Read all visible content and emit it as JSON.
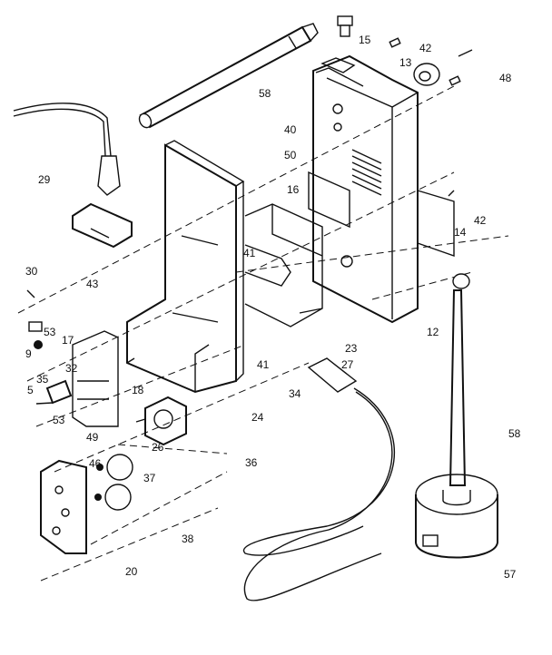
{
  "labels": {
    "p15": "15",
    "p42a": "42",
    "p13": "13",
    "p48": "48",
    "p58a": "58",
    "p40": "40",
    "p50": "50",
    "p16": "16",
    "p42b": "42",
    "p14": "14",
    "p29": "29",
    "p41a": "41",
    "p30": "30",
    "p43": "43",
    "p53a": "53",
    "p9": "9",
    "p17": "17",
    "p12": "12",
    "p23": "23",
    "p27": "27",
    "p41b": "41",
    "p34": "34",
    "p32": "32",
    "p35": "35",
    "p5": "5",
    "p18": "18",
    "p24": "24",
    "p53b": "53",
    "p58b": "58",
    "p49": "49",
    "p26": "26",
    "p36": "36",
    "p46": "46",
    "p37": "37",
    "p38": "38",
    "p20": "20",
    "p57": "57"
  }
}
